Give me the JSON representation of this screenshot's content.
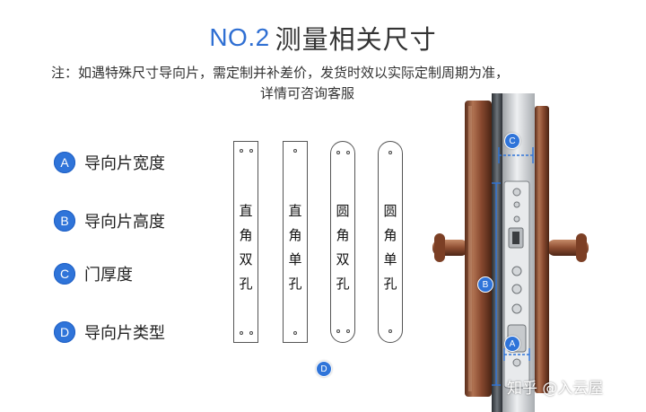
{
  "title": {
    "number": "NO.2",
    "text": "测量相关尺寸"
  },
  "note": {
    "line1": "注：如遇特殊尺寸导向片，需定制并补差价，发货时效以实际定制周期为准，",
    "line2": "详情可咨询客服"
  },
  "legend": [
    {
      "badge": "A",
      "label": "导向片宽度"
    },
    {
      "badge": "B",
      "label": "导向片高度"
    },
    {
      "badge": "C",
      "label": "门厚度"
    },
    {
      "badge": "D",
      "label": "导向片类型"
    }
  ],
  "plates": [
    {
      "shape": "square",
      "chars": [
        "直",
        "角",
        "双",
        "孔"
      ]
    },
    {
      "shape": "square",
      "chars": [
        "直",
        "角",
        "单",
        "孔"
      ]
    },
    {
      "shape": "round",
      "chars": [
        "圆",
        "角",
        "双",
        "孔"
      ]
    },
    {
      "shape": "round",
      "chars": [
        "圆",
        "角",
        "单",
        "孔"
      ]
    }
  ],
  "plate_marker": "D",
  "lock_markers": {
    "c": "C",
    "b": "B",
    "a": "A"
  },
  "colors": {
    "accent": "#2f74d9",
    "copper": "#9a5a3c",
    "steel": "#d6d8da"
  },
  "watermark": "知乎 @入云屋"
}
